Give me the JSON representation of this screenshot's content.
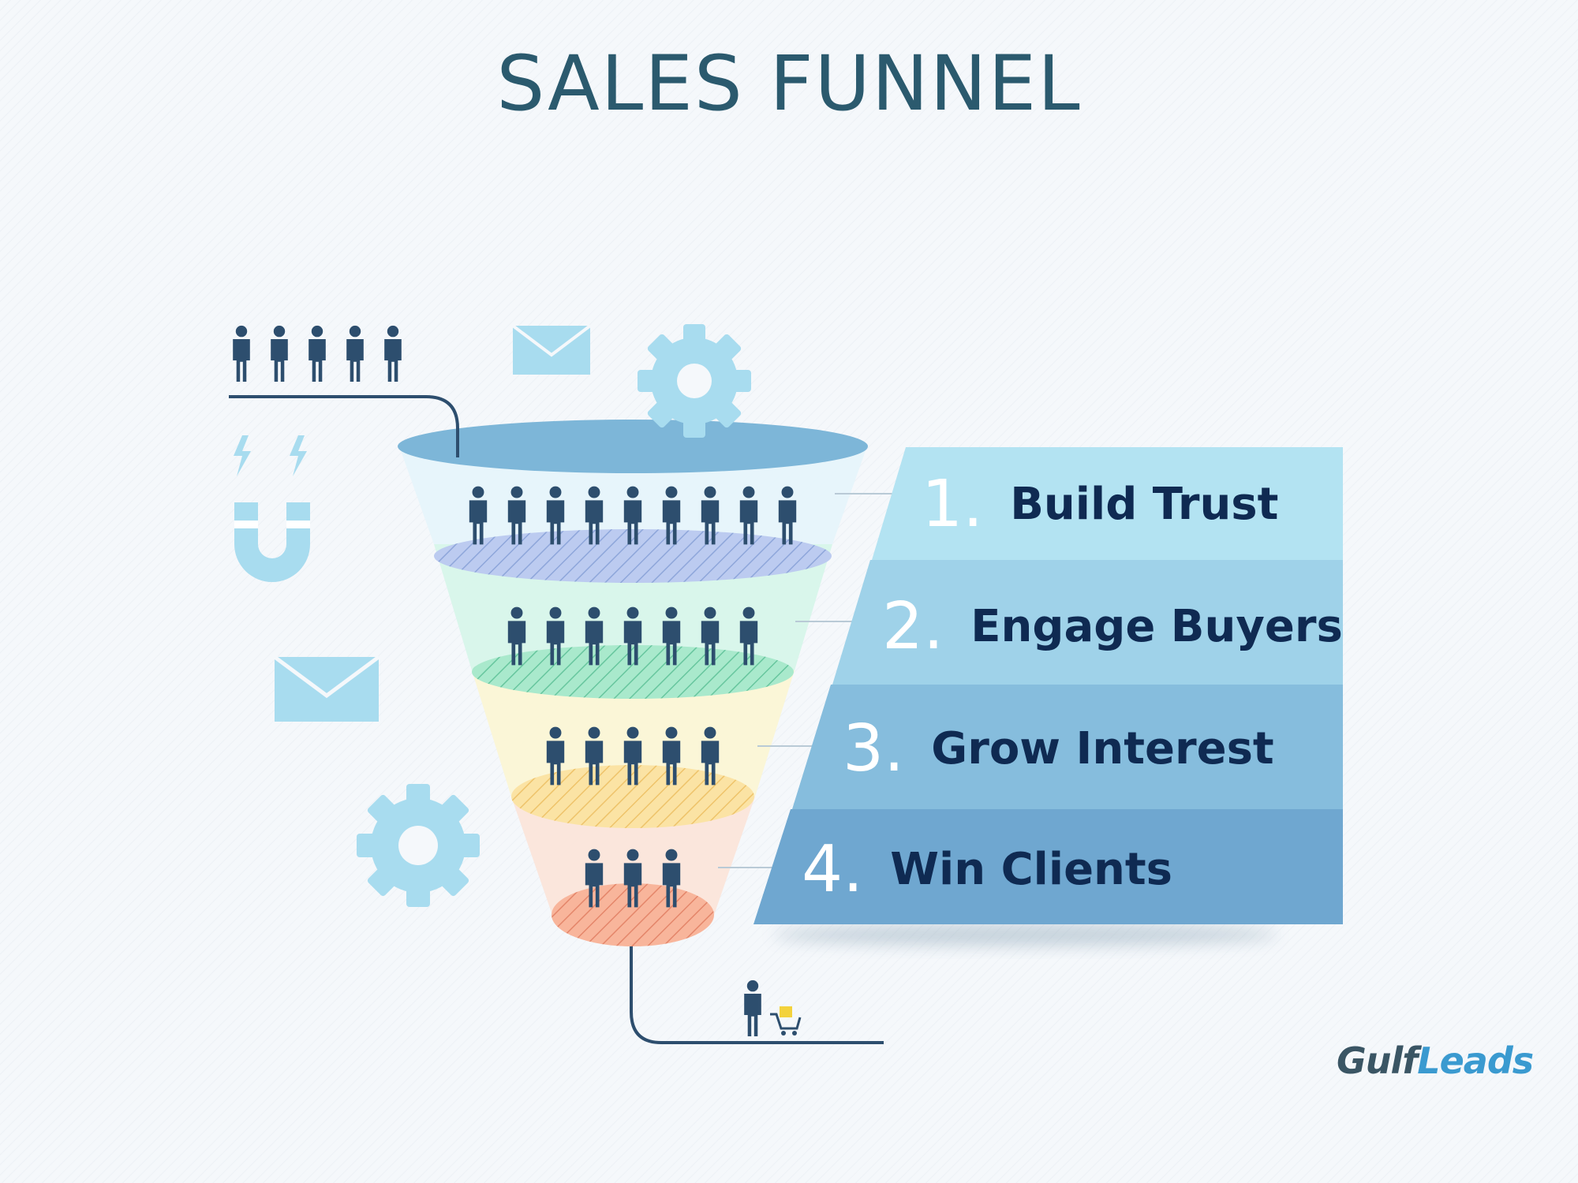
{
  "title": "SALES FUNNEL",
  "stages": [
    {
      "number": "1.",
      "label": "Build Trust",
      "color": "#b3e3f2",
      "people": 9
    },
    {
      "number": "2.",
      "label": "Engage Buyers",
      "color": "#9fd2e9",
      "people": 7
    },
    {
      "number": "3.",
      "label": "Grow Interest",
      "color": "#86bddd",
      "people": 5
    },
    {
      "number": "4.",
      "label": "Win Clients",
      "color": "#6fa7d0",
      "people": 3
    }
  ],
  "logo": {
    "part1": "Gulf",
    "part2": "Leads"
  },
  "colors": {
    "title": "#2b5a6e",
    "person": "#2d4e6e",
    "icon_light": "#a8dcef",
    "gear": "#9fd2e9",
    "label_text": "#0f2a52",
    "cart_item": "#f3d23c"
  },
  "icons": [
    "people-group-icon",
    "magnet-icon",
    "lightning-icon",
    "envelope-icon",
    "gear-icon",
    "shopper-with-cart-icon"
  ]
}
